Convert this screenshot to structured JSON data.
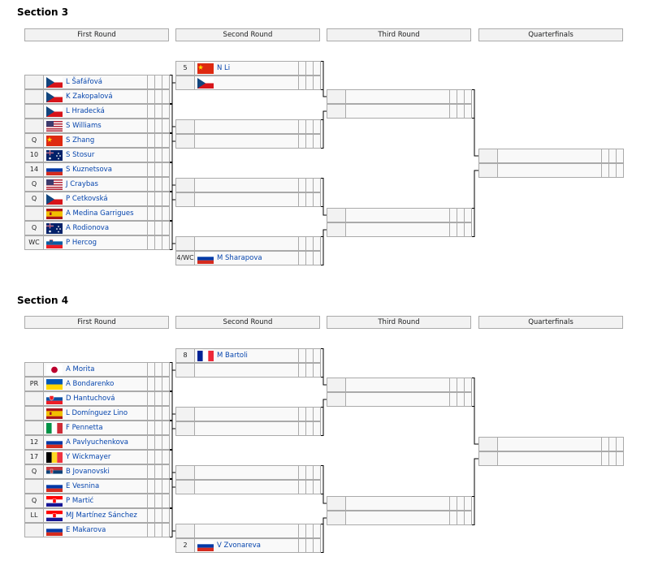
{
  "section3": {
    "title": "Section 3",
    "rounds": [
      "First Round",
      "Second Round",
      "Third Round",
      "Quarterfinals"
    ],
    "first_round": [
      {
        "seed": "",
        "flag": "cze",
        "name": "L Šafářová"
      },
      {
        "seed": "",
        "flag": "cze",
        "name": "K Zakopalová"
      },
      {
        "seed": "",
        "flag": "cze",
        "name": "L Hradecká"
      },
      {
        "seed": "",
        "flag": "usa",
        "name": "S Williams"
      },
      {
        "seed": "Q",
        "flag": "chn",
        "name": "S Zhang"
      },
      {
        "seed": "10",
        "flag": "aus",
        "name": "S Stosur"
      },
      {
        "seed": "14",
        "flag": "rus",
        "name": "S Kuznetsova"
      },
      {
        "seed": "Q",
        "flag": "usa",
        "name": "J Craybas"
      },
      {
        "seed": "Q",
        "flag": "cze",
        "name": "P Cetkovská"
      },
      {
        "seed": "",
        "flag": "esp",
        "name": "A Medina Garrigues"
      },
      {
        "seed": "Q",
        "flag": "aus",
        "name": "A Rodionova"
      },
      {
        "seed": "WC",
        "flag": "svn",
        "name": "P Hercog"
      }
    ],
    "second_round": [
      {
        "seed": "5",
        "flag": "chn",
        "name": "N Li"
      },
      {
        "seed": "",
        "flag": "cze",
        "name": ""
      },
      {
        "seed": "",
        "flag": "",
        "name": ""
      },
      {
        "seed": "",
        "flag": "",
        "name": ""
      },
      {
        "seed": "",
        "flag": "",
        "name": ""
      },
      {
        "seed": "",
        "flag": "",
        "name": ""
      },
      {
        "seed": "",
        "flag": "",
        "name": ""
      },
      {
        "seed": "4/WC",
        "flag": "rus",
        "name": "M Sharapova"
      }
    ]
  },
  "section4": {
    "title": "Section 4",
    "rounds": [
      "First Round",
      "Second Round",
      "Third Round",
      "Quarterfinals"
    ],
    "first_round": [
      {
        "seed": "",
        "flag": "jpn",
        "name": "A Morita"
      },
      {
        "seed": "PR",
        "flag": "ukr",
        "name": "A Bondarenko"
      },
      {
        "seed": "",
        "flag": "svk",
        "name": "D Hantuchová"
      },
      {
        "seed": "",
        "flag": "esp",
        "name": "L Domínguez Lino"
      },
      {
        "seed": "",
        "flag": "ita",
        "name": "F Pennetta"
      },
      {
        "seed": "12",
        "flag": "rus",
        "name": "A Pavlyuchenkova"
      },
      {
        "seed": "17",
        "flag": "bel",
        "name": "Y Wickmayer"
      },
      {
        "seed": "Q",
        "flag": "srb",
        "name": "B Jovanovski"
      },
      {
        "seed": "",
        "flag": "rus",
        "name": "E Vesnina"
      },
      {
        "seed": "Q",
        "flag": "cro",
        "name": "P Martić"
      },
      {
        "seed": "LL",
        "flag": "cro",
        "name": "MJ Martínez Sánchez"
      },
      {
        "seed": "",
        "flag": "rus",
        "name": "E Makarova"
      }
    ],
    "second_round": [
      {
        "seed": "8",
        "flag": "fra",
        "name": "M Bartoli"
      },
      {
        "seed": "",
        "flag": "",
        "name": ""
      },
      {
        "seed": "",
        "flag": "",
        "name": ""
      },
      {
        "seed": "",
        "flag": "",
        "name": ""
      },
      {
        "seed": "",
        "flag": "",
        "name": ""
      },
      {
        "seed": "",
        "flag": "",
        "name": ""
      },
      {
        "seed": "",
        "flag": "",
        "name": ""
      },
      {
        "seed": "2",
        "flag": "rus",
        "name": "V Zvonareva"
      }
    ]
  },
  "flag_icons": {
    "cze": "czech-flag-icon",
    "usa": "usa-flag-icon",
    "chn": "china-flag-icon",
    "aus": "australia-flag-icon",
    "rus": "russia-flag-icon",
    "esp": "spain-flag-icon",
    "svn": "slovenia-flag-icon",
    "jpn": "japan-flag-icon",
    "ukr": "ukraine-flag-icon",
    "svk": "slovakia-flag-icon",
    "ita": "italy-flag-icon",
    "bel": "belgium-flag-icon",
    "srb": "serbia-flag-icon",
    "cro": "croatia-flag-icon",
    "fra": "france-flag-icon"
  },
  "colors": {
    "header_bg": "#f2f2f2",
    "cell_bg": "#f9f9f9",
    "border": "#aaaaaa",
    "link": "#0645ad",
    "line": "#000000"
  }
}
